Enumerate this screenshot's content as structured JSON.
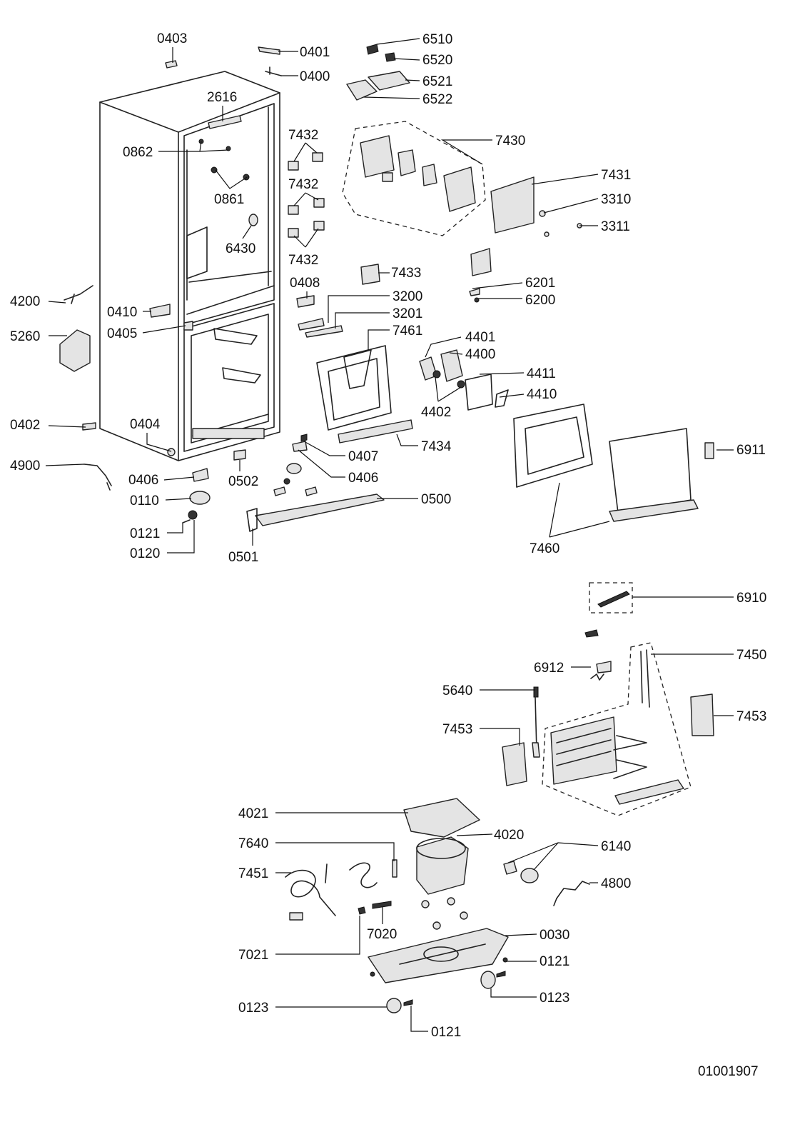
{
  "drawing_number": "01001907",
  "labels": [
    "0403",
    "0401",
    "0400",
    "6510",
    "6520",
    "6521",
    "6522",
    "2616",
    "0862",
    "7432",
    "7430",
    "0861",
    "7432",
    "7431",
    "3310",
    "3311",
    "6430",
    "7432",
    "7433",
    "6201",
    "6200",
    "4200",
    "0408",
    "3200",
    "0410",
    "3201",
    "0405",
    "7461",
    "5260",
    "4401",
    "4400",
    "4411",
    "4410",
    "4402",
    "0402",
    "0404",
    "7434",
    "0407",
    "6911",
    "4900",
    "0406",
    "0502",
    "0406",
    "0110",
    "0500",
    "0121",
    "0120",
    "0501",
    "7460",
    "6910",
    "7450",
    "6912",
    "5640",
    "7453",
    "7453",
    "4021",
    "4020",
    "7640",
    "6140",
    "7451",
    "4800",
    "7020",
    "0030",
    "7021",
    "0121",
    "0123",
    "0123",
    "0121"
  ]
}
